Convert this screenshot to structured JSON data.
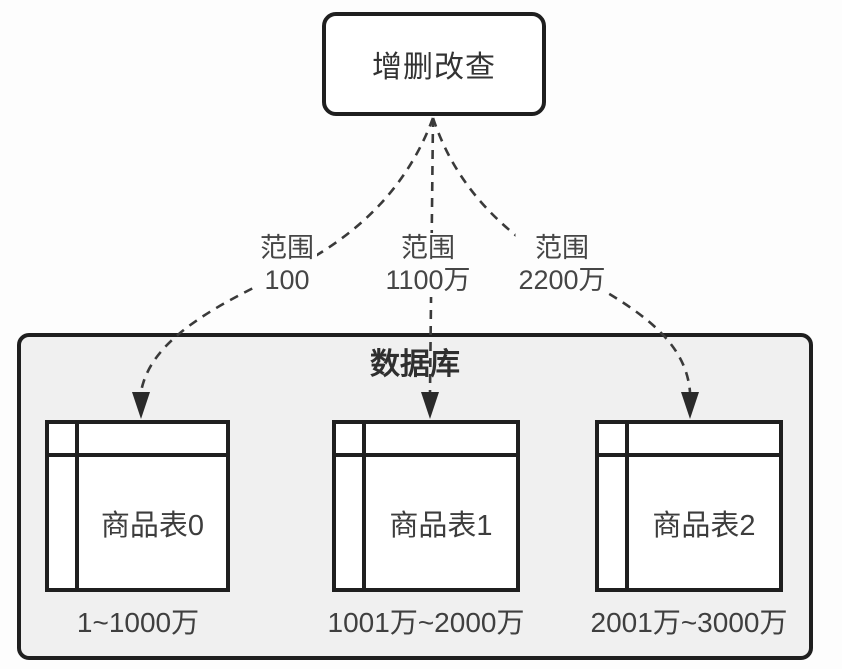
{
  "diagram": {
    "crud_node": {
      "label": "增删改查"
    },
    "range_labels": [
      {
        "line1": "范围",
        "line2": "100"
      },
      {
        "line1": "范围",
        "line2": "1100万"
      },
      {
        "line1": "范围",
        "line2": "2200万"
      }
    ],
    "database": {
      "label": "数据库",
      "tables": [
        {
          "name": "商品表0",
          "range": "1~1000万"
        },
        {
          "name": "商品表1",
          "range": "1001万~2000万"
        },
        {
          "name": "商品表2",
          "range": "2001万~3000万"
        }
      ]
    },
    "colors": {
      "border": "#1f1f1f",
      "container_fill": "#f0f0f0",
      "node_fill": "#ffffff",
      "text": "#3d3d3d",
      "arrow": "#3a3a3a",
      "background": "#fdfdfd"
    }
  }
}
